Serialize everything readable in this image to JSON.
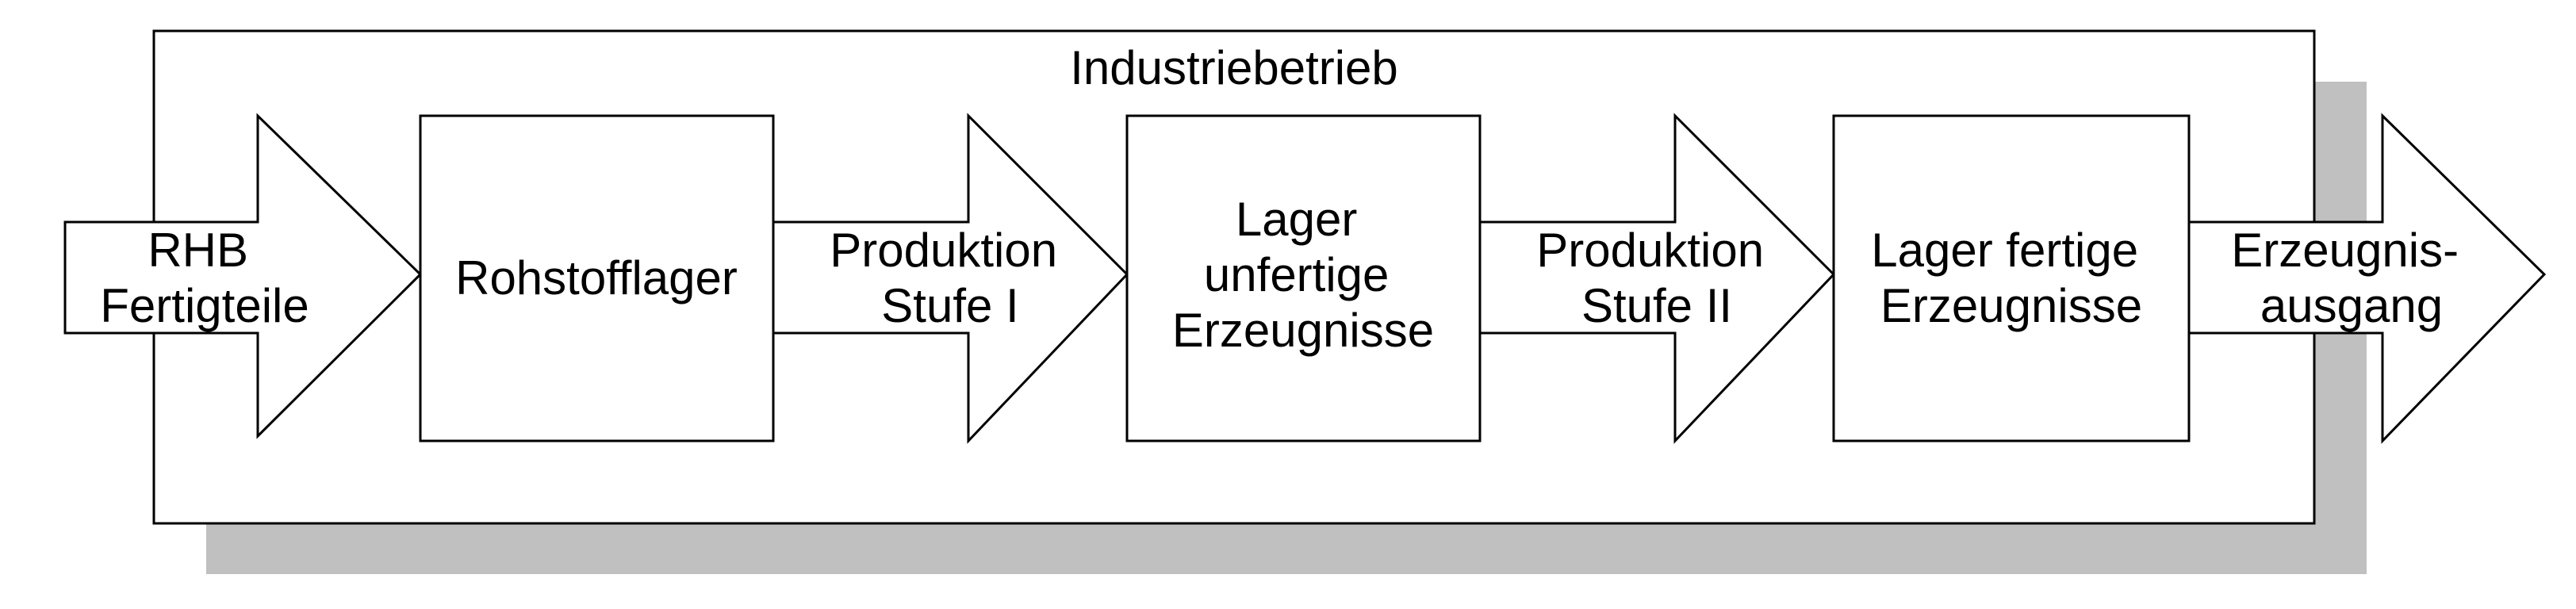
{
  "diagram": {
    "frame_title": "Industriebetrieb",
    "colors": {
      "line": "#000000",
      "fill": "#ffffff",
      "shadow": "#c0c0c0"
    },
    "nodes": [
      {
        "id": "input-arrow",
        "kind": "arrow",
        "lines": [
          "RHB",
          "Fertigteile"
        ]
      },
      {
        "id": "raw-material-store",
        "kind": "box",
        "lines": [
          "Rohstofflager"
        ]
      },
      {
        "id": "production-stage-1",
        "kind": "arrow",
        "lines": [
          "Produktion",
          "Stufe I"
        ]
      },
      {
        "id": "unfinished-goods-store",
        "kind": "box",
        "lines": [
          "Lager",
          "unfertige",
          "Erzeugnisse"
        ]
      },
      {
        "id": "production-stage-2",
        "kind": "arrow",
        "lines": [
          "Produktion",
          "Stufe II"
        ]
      },
      {
        "id": "finished-goods-store",
        "kind": "box",
        "lines": [
          "Lager fertige",
          "Erzeugnisse"
        ]
      },
      {
        "id": "output-arrow",
        "kind": "arrow",
        "lines": [
          "Erzeugnis-",
          "ausgang"
        ]
      }
    ]
  }
}
